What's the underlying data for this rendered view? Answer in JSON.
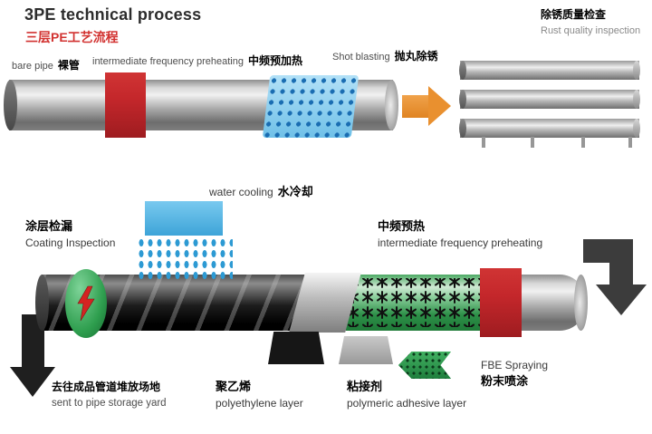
{
  "title": {
    "en": "3PE technical process",
    "zh": "三层PE工艺流程"
  },
  "top": {
    "bare_pipe": {
      "en": "bare pipe",
      "zh": "裸管"
    },
    "preheating": {
      "en": "intermediate frequency preheating",
      "zh": "中频预加热"
    },
    "shot_blasting": {
      "en": "Shot blasting",
      "zh": "抛丸除锈"
    },
    "rust_inspection": {
      "zh": "除锈质量检查",
      "en": "Rust quality inspection"
    }
  },
  "bottom": {
    "water_cooling": {
      "en": "water cooling",
      "zh": "水冷却"
    },
    "coating_inspection": {
      "zh": "涂层检漏",
      "en": "Coating Inspection"
    },
    "preheating": {
      "zh": "中频预热",
      "en": "intermediate frequency preheating"
    },
    "fbe_spraying": {
      "en": "FBE Spraying",
      "zh": "粉末喷涂"
    },
    "polyethylene": {
      "zh": "聚乙烯",
      "en": "polyethylene layer"
    },
    "adhesive": {
      "zh": "粘接剂",
      "en": "polymeric adhesive layer"
    },
    "storage": {
      "zh": "去往成品管道堆放场地",
      "en": "sent to pipe storage yard"
    }
  },
  "colors": {
    "title_red": "#d23331",
    "heater_red": "#c4272b",
    "arrow_orange": "#e9902f",
    "water_blue": "#4fb3e2",
    "blast_blue": "#93d2f2",
    "fbe_green": "#2f9e4f",
    "pipe_gray": "#a8a8a8",
    "pe_black": "#161616"
  }
}
